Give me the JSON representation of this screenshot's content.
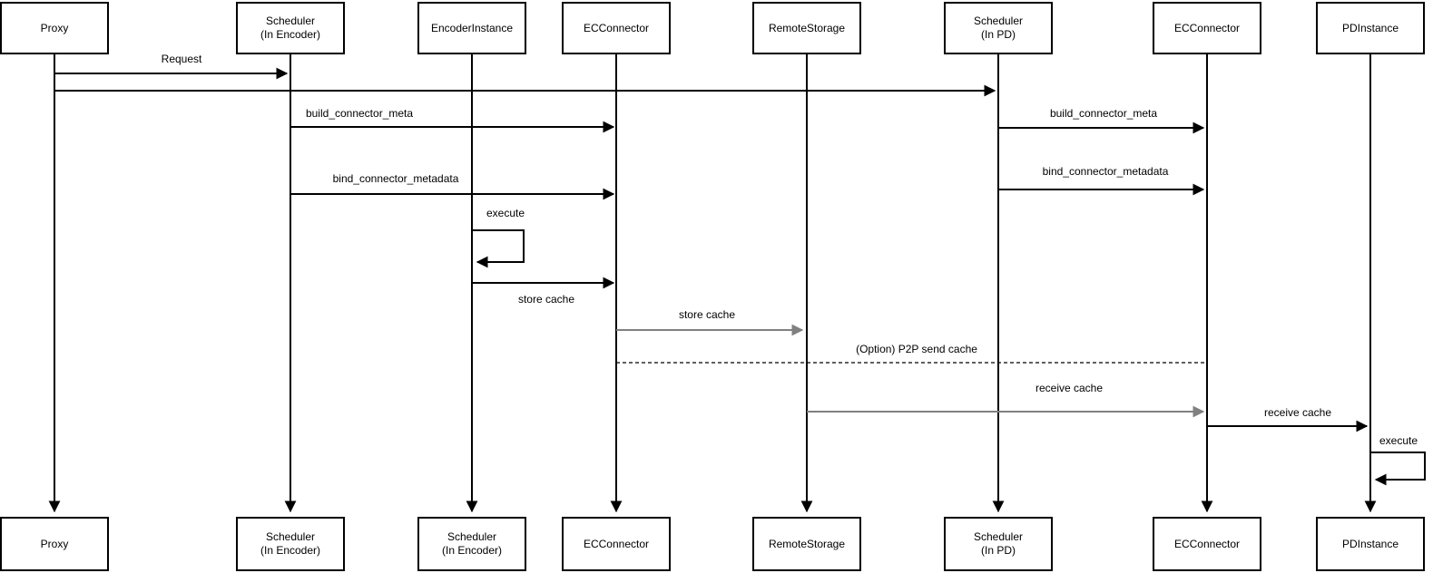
{
  "diagram_type": "sequence-diagram",
  "actors_top": [
    {
      "label": "Proxy"
    },
    {
      "label": "Scheduler\n(In Encoder)"
    },
    {
      "label": "EncoderInstance"
    },
    {
      "label": "ECConnector"
    },
    {
      "label": "RemoteStorage"
    },
    {
      "label": "Scheduler\n(In PD)"
    },
    {
      "label": "ECConnector"
    },
    {
      "label": "PDInstance"
    }
  ],
  "actors_bottom": [
    {
      "label": "Proxy"
    },
    {
      "label": "Scheduler\n(In Encoder)"
    },
    {
      "label": "Scheduler\n(In Encoder)"
    },
    {
      "label": "ECConnector"
    },
    {
      "label": "RemoteStorage"
    },
    {
      "label": "Scheduler\n(In PD)"
    },
    {
      "label": "ECConnector"
    },
    {
      "label": "PDInstance"
    }
  ],
  "messages": {
    "request": "Request",
    "build_connector_meta_left": "build_connector_meta",
    "bind_connector_metadata_left": "bind_connector_metadata",
    "execute_encoder": "execute",
    "store_cache_encoder_to_ec": "store cache",
    "store_cache_ec_to_remote": "store cache",
    "p2p_send_cache": "(Option) P2P send cache",
    "receive_cache_remote_to_ec": "receive cache",
    "build_connector_meta_right": "build_connector_meta",
    "bind_connector_metadata_right": "bind_connector_metadata",
    "receive_cache_ec_to_pd": "receive cache",
    "execute_pd": "execute"
  },
  "colors": {
    "line": "#000000",
    "gray_line": "#808080",
    "text": "#000000",
    "background": "#ffffff"
  }
}
